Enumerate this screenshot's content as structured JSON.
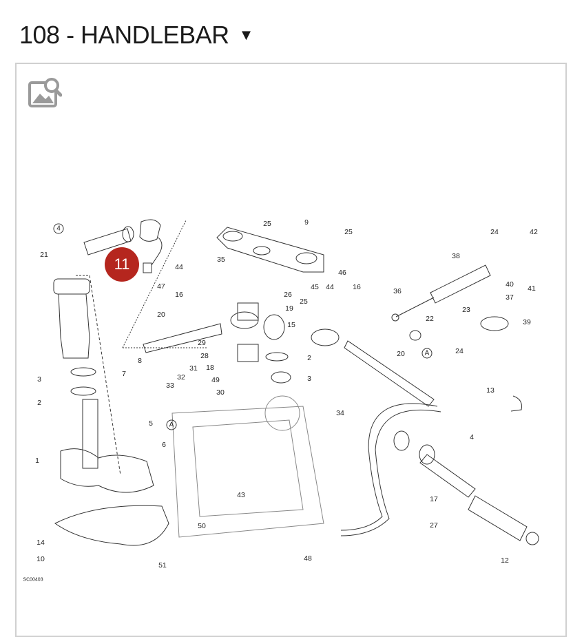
{
  "header": {
    "title": "108 - HANDLEBAR",
    "dropdown_icon": "caret-down-icon"
  },
  "viewer": {
    "zoom_icon": "image-search-icon"
  },
  "hotspot": {
    "label": "11",
    "color": "#b5261e"
  },
  "diagram": {
    "code": "SC00403",
    "callouts": [
      "25",
      "9",
      "25",
      "24",
      "42",
      "4",
      "21",
      "35",
      "38",
      "44",
      "47",
      "16",
      "26",
      "25",
      "45",
      "44",
      "46",
      "16",
      "36",
      "40",
      "41",
      "37",
      "19",
      "20",
      "23",
      "22",
      "39",
      "15",
      "29",
      "20",
      "24",
      "A",
      "28",
      "2",
      "8",
      "18",
      "31",
      "7",
      "3",
      "49",
      "3",
      "32",
      "33",
      "30",
      "13",
      "2",
      "34",
      "5",
      "A",
      "4",
      "6",
      "1",
      "17",
      "43",
      "50",
      "27",
      "14",
      "48",
      "10",
      "51",
      "12"
    ]
  }
}
